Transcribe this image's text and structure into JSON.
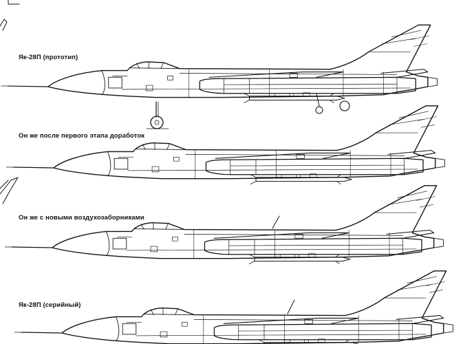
{
  "captions": {
    "prototype": "Як-28П (прототип)",
    "first_stage": "Он же после первого этапа доработок",
    "new_intakes": "Он же с новыми воздухозаборниками",
    "serial": "Як-28П (серийный)"
  },
  "colors": {
    "ink": "#111111",
    "paper": "#ffffff"
  }
}
